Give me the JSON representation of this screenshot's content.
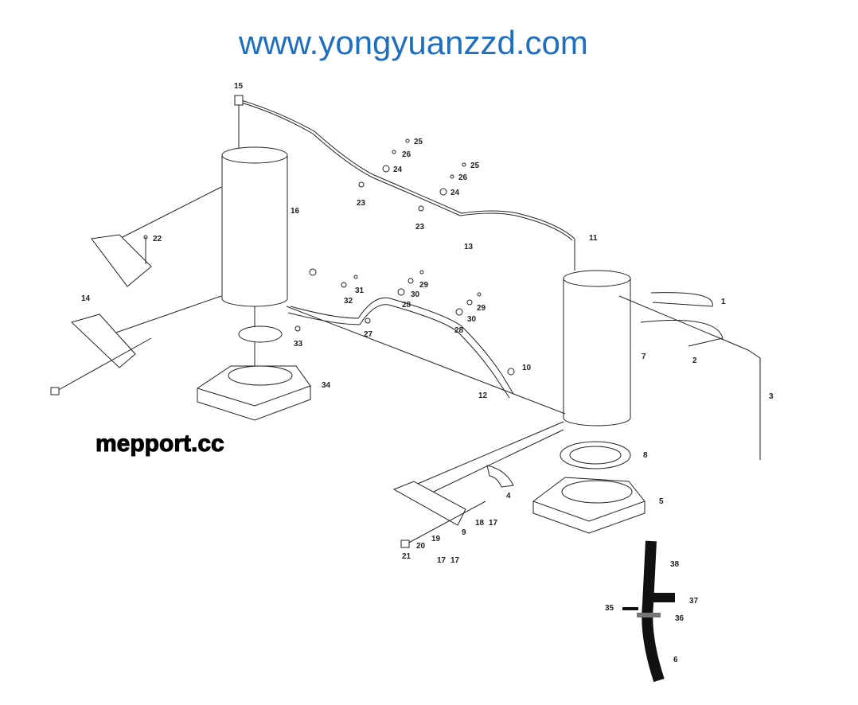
{
  "diagram": {
    "labels": [
      "15",
      "16",
      "22",
      "14",
      "25",
      "26",
      "24",
      "23",
      "25",
      "26",
      "24",
      "23",
      "13",
      "11",
      "1",
      "2",
      "3",
      "7",
      "8",
      "5",
      "4",
      "6",
      "38",
      "37",
      "35",
      "36",
      "31",
      "32",
      "33",
      "27",
      "28",
      "29",
      "30",
      "12",
      "10",
      "34",
      "9",
      "18",
      "17",
      "19",
      "20",
      "21",
      "17",
      "17",
      "29",
      "30",
      "28"
    ]
  },
  "watermarks": {
    "primary": "www.yongyuanzzd.com",
    "secondary": "mepport.cc"
  }
}
